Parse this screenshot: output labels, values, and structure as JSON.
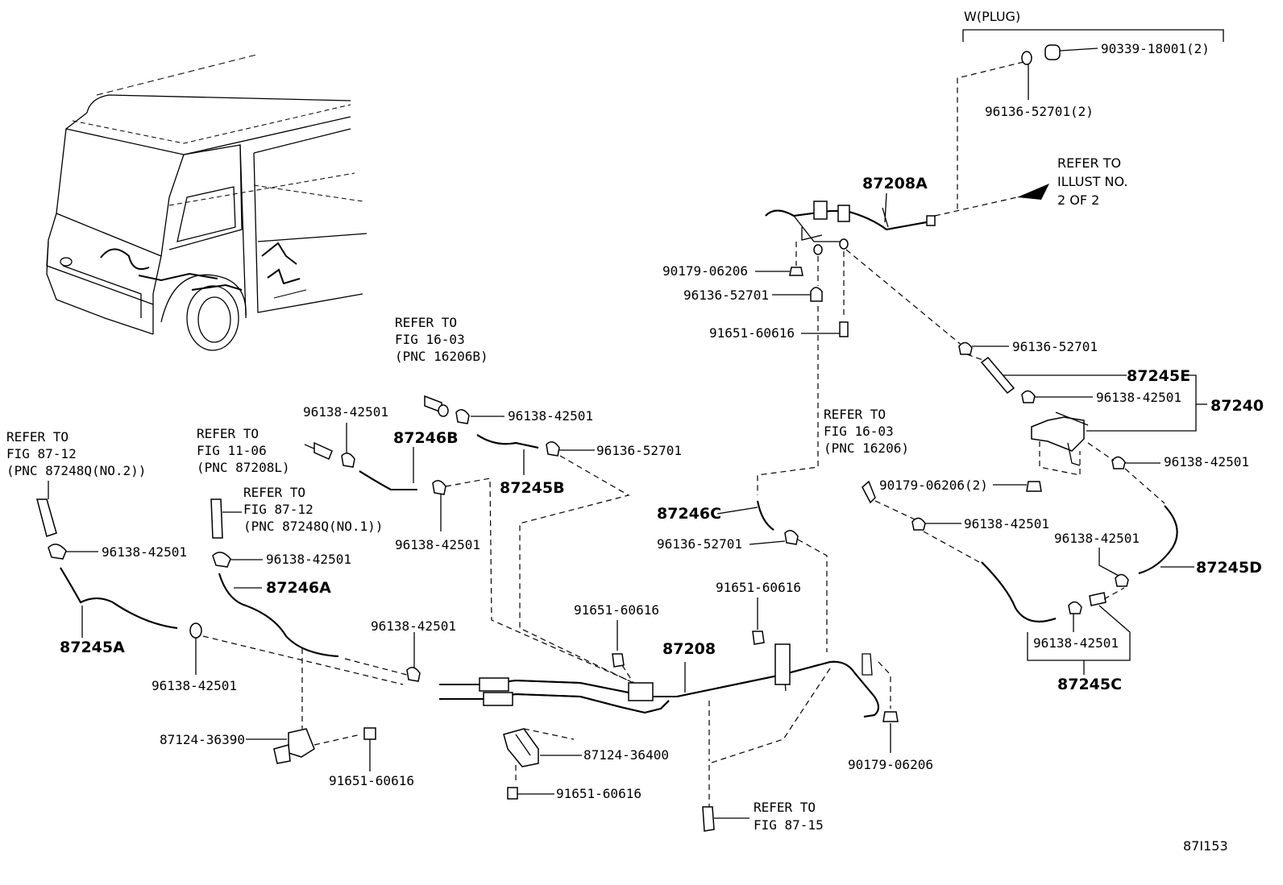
{
  "diagram_id": "87I153",
  "plug_group_label": "W(PLUG)",
  "refer_illust": [
    "REFER TO",
    "ILLUST NO.",
    "2 OF 2"
  ],
  "refer_fig_16_03_top": [
    "REFER TO",
    "FIG 16-03",
    "(PNC 16206B)"
  ],
  "refer_fig_16_03_right": [
    "REFER TO",
    "FIG 16-03",
    "(PNC 16206)"
  ],
  "refer_fig_11_06": [
    "REFER TO",
    "FIG 11-06",
    "(PNC 87208L)"
  ],
  "refer_fig_87_12_no2": [
    "REFER TO",
    "FIG 87-12",
    "(PNC 87248Q(NO.2))"
  ],
  "refer_fig_87_12_no1": [
    "REFER TO",
    "FIG 87-12",
    "(PNC 87248Q(NO.1))"
  ],
  "refer_fig_87_15": [
    "REFER TO",
    "FIG 87-15"
  ],
  "callouts": {
    "p90339": "90339-18001(2)",
    "p96136_plug": "96136-52701(2)",
    "p87208A": "87208A",
    "p90179_top": "90179-06206",
    "p96136_top": "96136-52701",
    "p91651_top": "91651-60616",
    "p96136_right": "96136-52701",
    "p87245E": "87245E",
    "p96138_e": "96138-42501",
    "p87240": "87240",
    "p96138_right": "96138-42501",
    "p90179_2": "90179-06206(2)",
    "p96138_mid_right": "96138-42501",
    "p96138_d": "96138-42501",
    "p87245D": "87245D",
    "p96138_c": "96138-42501",
    "p87245C": "87245C",
    "p96138_top_a": "96138-42501",
    "p96138_top_b": "96138-42501",
    "p87246B": "87246B",
    "p96136_b": "96136-52701",
    "p87245B": "87245B",
    "p96138_below_b": "96138-42501",
    "p87246C": "87246C",
    "p96136_c": "96136-52701",
    "p96138_left": "96138-42501",
    "p87245A": "87245A",
    "p96138_a_bottom": "96138-42501",
    "p96138_mid_left": "96138-42501",
    "p87246A": "87246A",
    "p96138_center": "96138-42501",
    "p91651_center": "91651-60616",
    "p87208": "87208",
    "p91651_right_center": "91651-60616",
    "p87124_36390": "87124-36390",
    "p91651_bottom_left": "91651-60616",
    "p87124_36400": "87124-36400",
    "p91651_bottom": "91651-60616",
    "p90179_bottom_right": "90179-06206"
  }
}
